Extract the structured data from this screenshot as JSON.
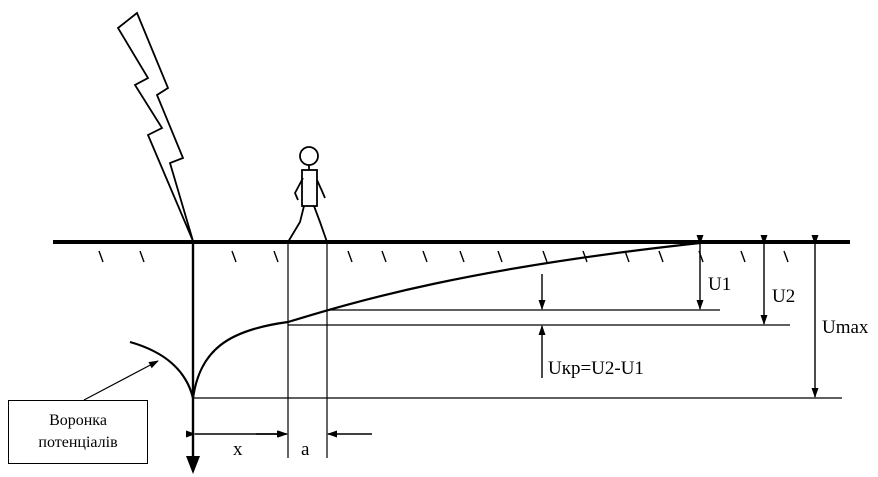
{
  "labels": {
    "u1": "U1",
    "u2": "U2",
    "umax": "Umax",
    "ukr": "Uкр=U2-U1",
    "x": "x",
    "a": "a",
    "callout_line1": "Воронка",
    "callout_line2": "потенціалів"
  }
}
